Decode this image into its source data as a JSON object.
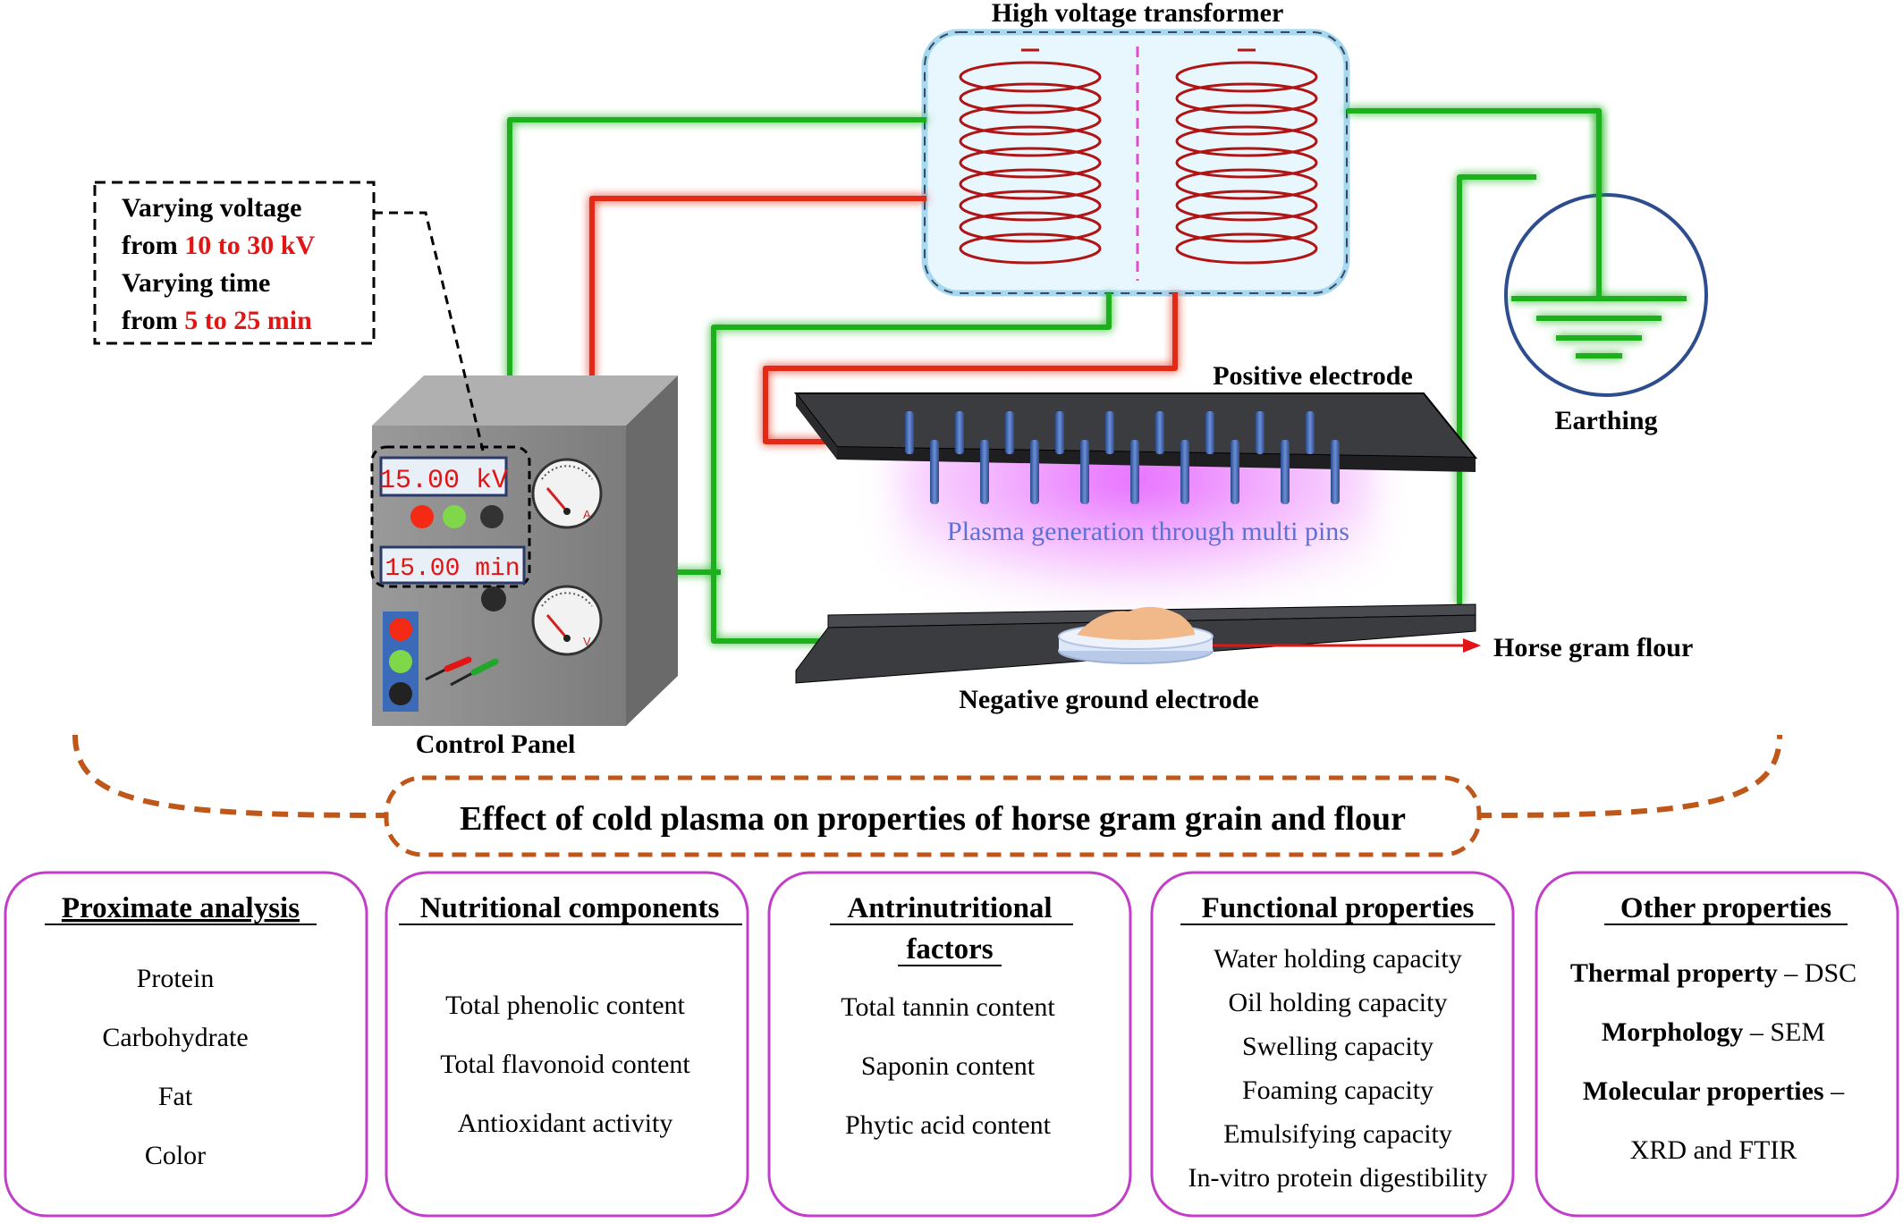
{
  "labels": {
    "transformer": "High voltage transformer",
    "earthing": "Earthing",
    "positive_electrode": "Positive electrode",
    "negative_electrode": "Negative ground electrode",
    "plasma": "Plasma generation through multi pins",
    "sample": "Horse gram flour",
    "control_panel": "Control Panel"
  },
  "note": {
    "line1": "Varying voltage",
    "line2_prefix": "from ",
    "line2_highlight": "10 to 30 kV",
    "line3": "Varying time",
    "line4_prefix": "from ",
    "line4_highlight": "5 to 25 min"
  },
  "panel": {
    "voltage_display": "15.00 kV",
    "time_display": "15.00 min",
    "ammeter_unit": "A",
    "voltmeter_unit": "V"
  },
  "banner": "Effect of cold plasma on properties of horse gram grain and flour",
  "boxes": {
    "proximate": {
      "title": "Proximate analysis",
      "items": [
        "Protein",
        "Carbohydrate",
        "Fat",
        "Color"
      ]
    },
    "nutritional": {
      "title": "Nutritional components",
      "items": [
        "Total phenolic content",
        "Total flavonoid content",
        "Antioxidant activity"
      ]
    },
    "antinutritional": {
      "title_line1": "Antrinutritional",
      "title_line2": "factors",
      "items": [
        "Total tannin content",
        "Saponin content",
        "Phytic acid content"
      ]
    },
    "functional": {
      "title": "Functional properties",
      "items": [
        "Water holding capacity",
        "Oil holding capacity",
        "Swelling capacity",
        "Foaming capacity",
        "Emulsifying capacity",
        "In-vitro protein digestibility"
      ]
    },
    "other": {
      "title": "Other properties",
      "thermal_label": "Thermal property",
      "thermal_value": " – DSC",
      "morphology_label": "Morphology",
      "morphology_value": " – SEM",
      "molecular_label": "Molecular properties",
      "molecular_value": " –",
      "molecular_line2": "XRD and FTIR"
    }
  },
  "colors": {
    "wire_green": "#1fb11f",
    "wire_red": "#e32b14",
    "coil": "#b01515",
    "plasma": "#e66bff",
    "box_border": "#c23ec9",
    "brace": "#c0571a",
    "highlight_text": "#e31414"
  }
}
